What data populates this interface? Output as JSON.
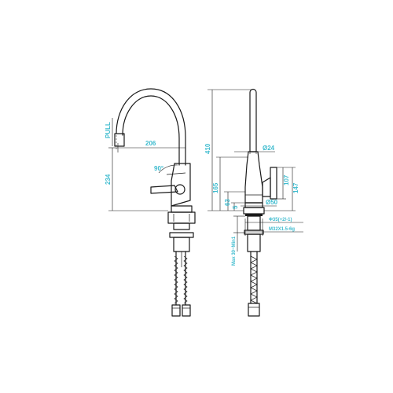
{
  "colors": {
    "dimension_text": "#3fbccf",
    "line": "#1a1a1a",
    "background": "#ffffff"
  },
  "labels": {
    "pull": "PULL",
    "reach": "206",
    "height_left": "234",
    "angle": "90°",
    "total_height": "410",
    "body_height": "165",
    "spout_diameter": "Ø24",
    "handle_height": "107",
    "handle_total": "147",
    "base_diameter": "Ø50",
    "base_thickness": "5",
    "base_height": "63",
    "thread_1": "Φ35(+2/-1)",
    "thread_2": "M32X1.5-6g",
    "max_counter": "Max 30~Min1"
  }
}
